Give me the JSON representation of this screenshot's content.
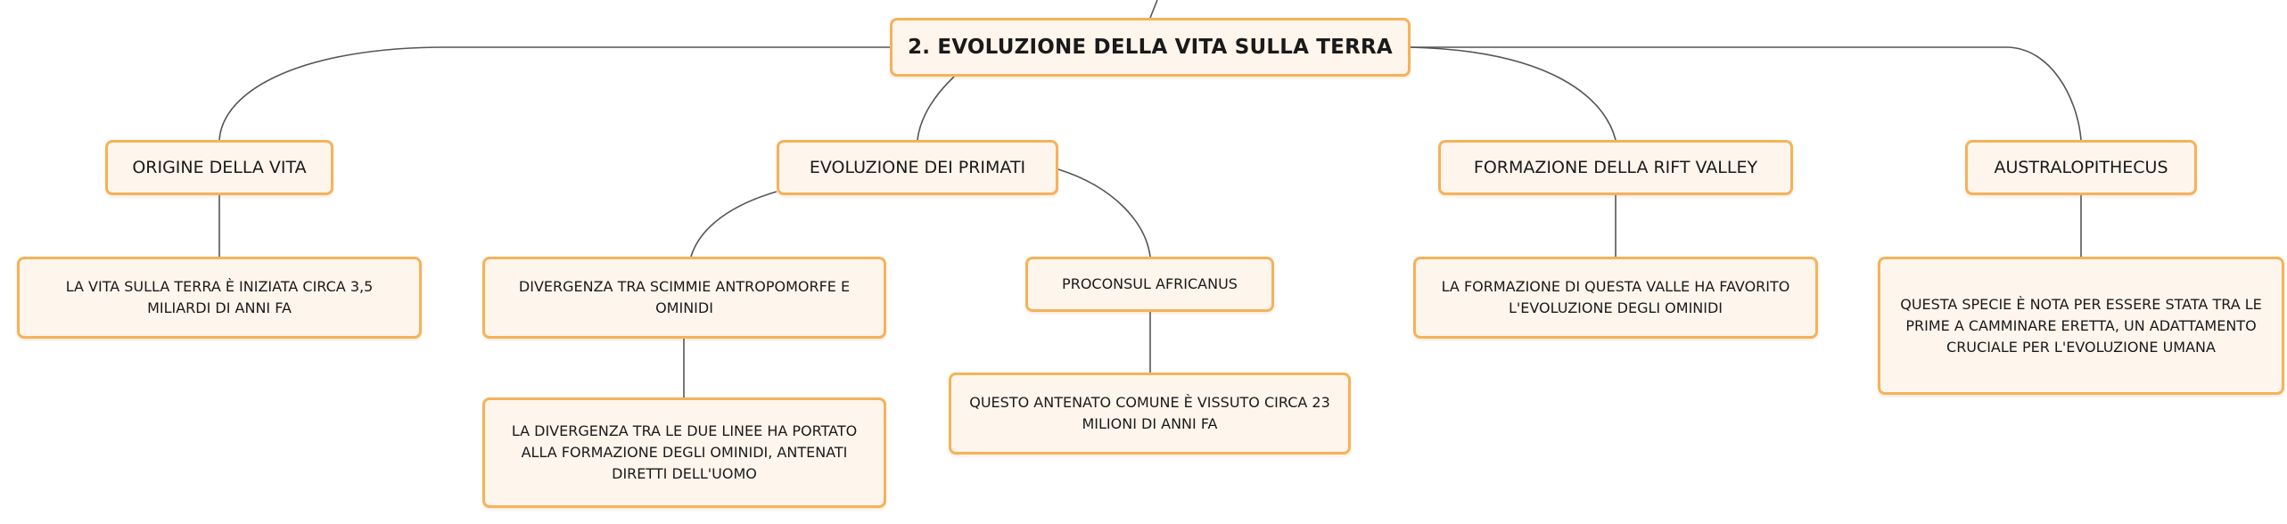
{
  "mindmap": {
    "root": {
      "label": "2. EVOLUZIONE DELLA VITA SULLA TERRA"
    },
    "branches": [
      {
        "label": "ORIGINE DELLA VITA",
        "children": [
          {
            "label": "LA VITA SULLA TERRA È INIZIATA CIRCA 3,5 MILIARDI DI ANNI FA"
          }
        ]
      },
      {
        "label": "EVOLUZIONE DEI PRIMATI",
        "children": [
          {
            "label": "DIVERGENZA TRA SCIMMIE ANTROPOMORFE E OMINIDI",
            "children": [
              {
                "label": "LA DIVERGENZA TRA LE DUE LINEE HA PORTATO ALLA FORMAZIONE DEGLI OMINIDI, ANTENATI DIRETTI DELL'UOMO"
              }
            ]
          },
          {
            "label": "PROCONSUL AFRICANUS",
            "children": [
              {
                "label": "QUESTO ANTENATO COMUNE È VISSUTO CIRCA 23 MILIONI DI ANNI FA"
              }
            ]
          }
        ]
      },
      {
        "label": "FORMAZIONE DELLA RIFT VALLEY",
        "children": [
          {
            "label": "LA FORMAZIONE DI QUESTA VALLE HA FAVORITO L'EVOLUZIONE DEGLI OMINIDI"
          }
        ]
      },
      {
        "label": "AUSTRALOPITHECUS",
        "children": [
          {
            "label": "QUESTA SPECIE È NOTA PER ESSERE STATA TRA LE PRIME A CAMMINARE ERETTA, UN ADATTAMENTO CRUCIALE PER L'EVOLUZIONE UMANA"
          }
        ]
      }
    ]
  },
  "colors": {
    "node_fill": "#fef5ec",
    "node_border": "#f5b25a",
    "connector": "#555555",
    "text": "#1a1a1a"
  }
}
